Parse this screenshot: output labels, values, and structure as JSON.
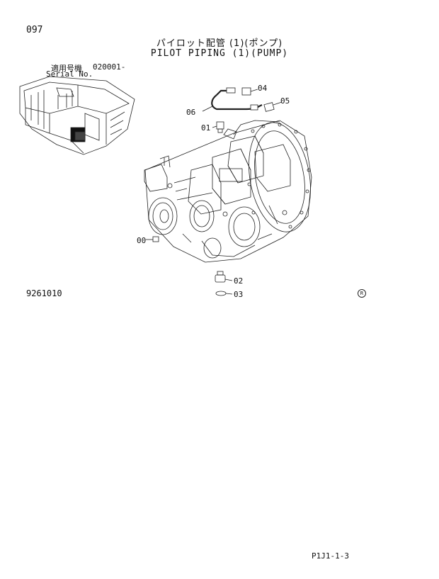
{
  "page_number": "097",
  "title": {
    "japanese": "パイロット配管 (1)(ポンプ)",
    "english": "PILOT PIPING (1)(PUMP)"
  },
  "serial": {
    "label_jp": "適用号機",
    "value": "020001-",
    "label_en": "Serial No."
  },
  "callouts": {
    "c04": "04",
    "c05": "05",
    "c06": "06",
    "c01": "01",
    "c00": "00",
    "c02": "02",
    "c03": "03"
  },
  "doc_code": "9261010",
  "registered_mark": "R",
  "footer_code": "P1J1-1-3"
}
